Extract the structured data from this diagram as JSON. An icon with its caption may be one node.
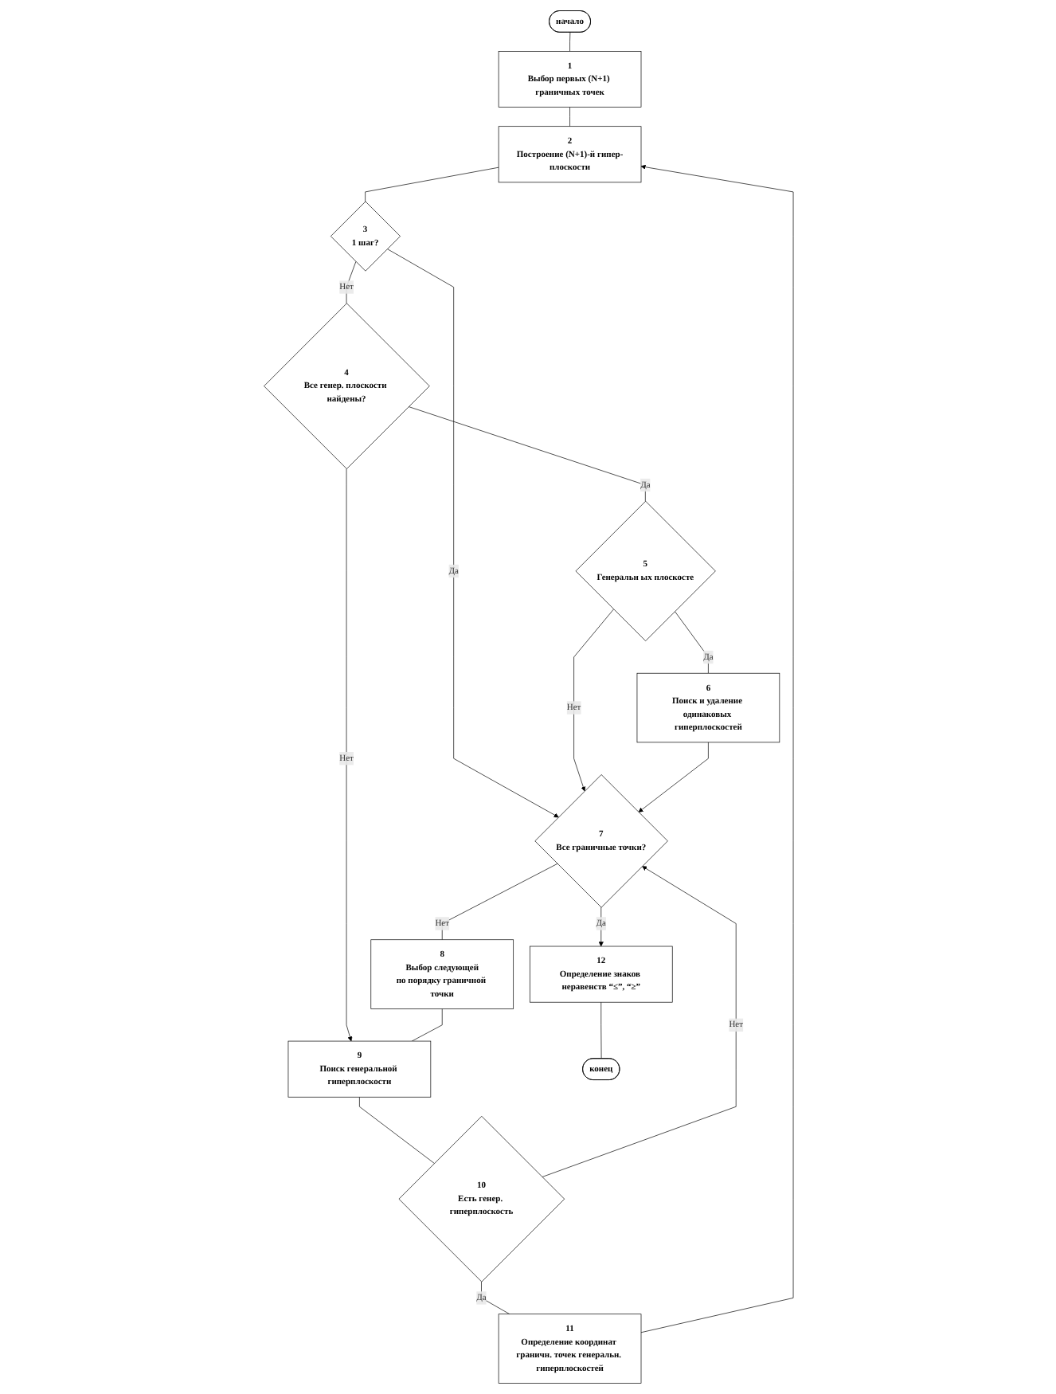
{
  "diagram": {
    "nodes": [
      {
        "text": [
          "начало"
        ]
      },
      {
        "text": [
          "1",
          "Выбор первых (N+1) граничных точек"
        ]
      },
      {
        "text": [
          "2",
          "Построение (N+1)-й гипер-плоскости"
        ]
      },
      {
        "text": [
          "3",
          "1 шаг?"
        ]
      },
      {
        "text": [
          "4",
          "Все генер. плоскости найдены?"
        ]
      },
      {
        "text": [
          "5",
          "Генеральн ых плоскосте"
        ]
      },
      {
        "text": [
          "6",
          "Поиск и удаление одинаковых гиперплоскостей"
        ]
      },
      {
        "text": [
          "7",
          "Все граничные точки?"
        ]
      },
      {
        "text": [
          "8",
          "Выбор следующей",
          "по порядку граничной точки"
        ]
      },
      {
        "text": [
          "9",
          "Поиск генеральной гиперплоскости"
        ]
      },
      {
        "text": [
          "10",
          "Есть генер. гиперплоскость"
        ]
      },
      {
        "text": [
          "11",
          "Определение координат граничн. точек генеральн. гиперплоскостей"
        ]
      },
      {
        "text": [
          "12",
          "Определение знаков неравенств “≤”, “≥”"
        ]
      },
      {
        "text": [
          "конец"
        ]
      }
    ],
    "edges": [
      {
        "from": 0,
        "to": 1,
        "arrow": "none"
      },
      {
        "from": 1,
        "to": 2,
        "arrow": "none"
      },
      {
        "from": 2,
        "to": 3,
        "arrow": "none"
      },
      {
        "from": 3,
        "to": 7,
        "arrow": "to",
        "label": "Да"
      },
      {
        "from": 3,
        "to": 4,
        "arrow": "none",
        "label": "Нет"
      },
      {
        "from": 4,
        "to": 9,
        "arrow": "to",
        "label": "Нет"
      },
      {
        "from": 4,
        "to": 5,
        "arrow": "none",
        "label": "Да"
      },
      {
        "from": 5,
        "to": 7,
        "arrow": "to",
        "label": "Нет"
      },
      {
        "from": 5,
        "to": 6,
        "arrow": "none",
        "label": "Да"
      },
      {
        "from": 6,
        "to": 7,
        "arrow": "to"
      },
      {
        "from": 7,
        "to": 12,
        "arrow": "to",
        "label": "Да"
      },
      {
        "from": 7,
        "to": 8,
        "arrow": "none",
        "label": "Нет"
      },
      {
        "from": 8,
        "to": 9,
        "arrow": "none"
      },
      {
        "from": 9,
        "to": 10,
        "arrow": "none"
      },
      {
        "from": 10,
        "to": 7,
        "arrow": "to",
        "label": "Нет"
      },
      {
        "from": 10,
        "to": 11,
        "arrow": "none",
        "label": "Да"
      },
      {
        "from": 11,
        "to": 2,
        "arrow": "to"
      },
      {
        "from": 12,
        "to": 13,
        "arrow": "none"
      }
    ]
  }
}
